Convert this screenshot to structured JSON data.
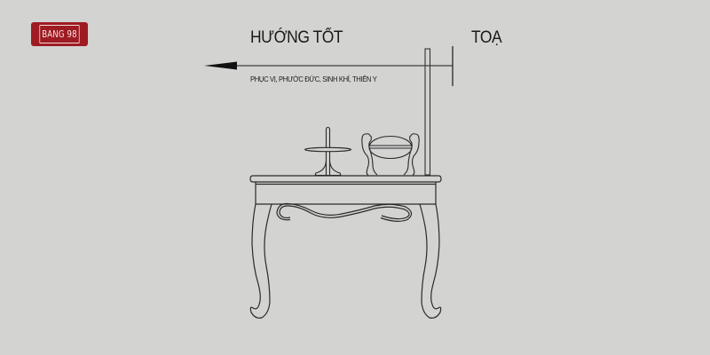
{
  "logo": {
    "text": "BANG 98",
    "background_color": "#9e1b22",
    "text_color": "#f5e6e6"
  },
  "diagram": {
    "title": "HƯỚNG TỐT",
    "subtitle": "PHỤC VỊ, PHƯỚC ĐỨC, SINH KHÍ, THIÊN Y",
    "seat_label": "TOẠ",
    "arrow_direction": "left",
    "background_color": "#d3d3d2",
    "line_color": "#1a1a1a",
    "objects": [
      {
        "name": "altar-table",
        "type": "table"
      },
      {
        "name": "candle-holder",
        "type": "stand"
      },
      {
        "name": "incense-bowl",
        "type": "bowl"
      },
      {
        "name": "back-post",
        "type": "post"
      }
    ]
  }
}
